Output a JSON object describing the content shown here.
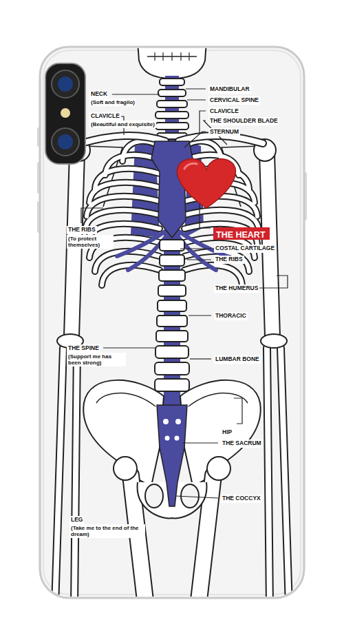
{
  "diagram": {
    "nodes": [
      {
        "text": [
          "THE HEART"
        ]
      }
    ],
    "labels": [
      "NECK",
      "(Soft and fragilo)",
      "CLAVICLE",
      "(Beautiful and exquisite)",
      "MANDIBULAR",
      "CERVICAL SPINE",
      "CLAVICLE",
      "THE SHOULDER BLADE",
      "STERNUM",
      "THE RIBS",
      "(To protect themselves)",
      "COSTAL CARTILAGE",
      "THE RIBS",
      "THE HUMERUS",
      "THORACIC",
      "THE SPINE",
      "(Support me has been strong)",
      "LUMBAR BONE",
      "HIP",
      "THE SACRUM",
      "THE COCCYX",
      "LEG",
      "(Take me to the end of the dream)"
    ]
  }
}
